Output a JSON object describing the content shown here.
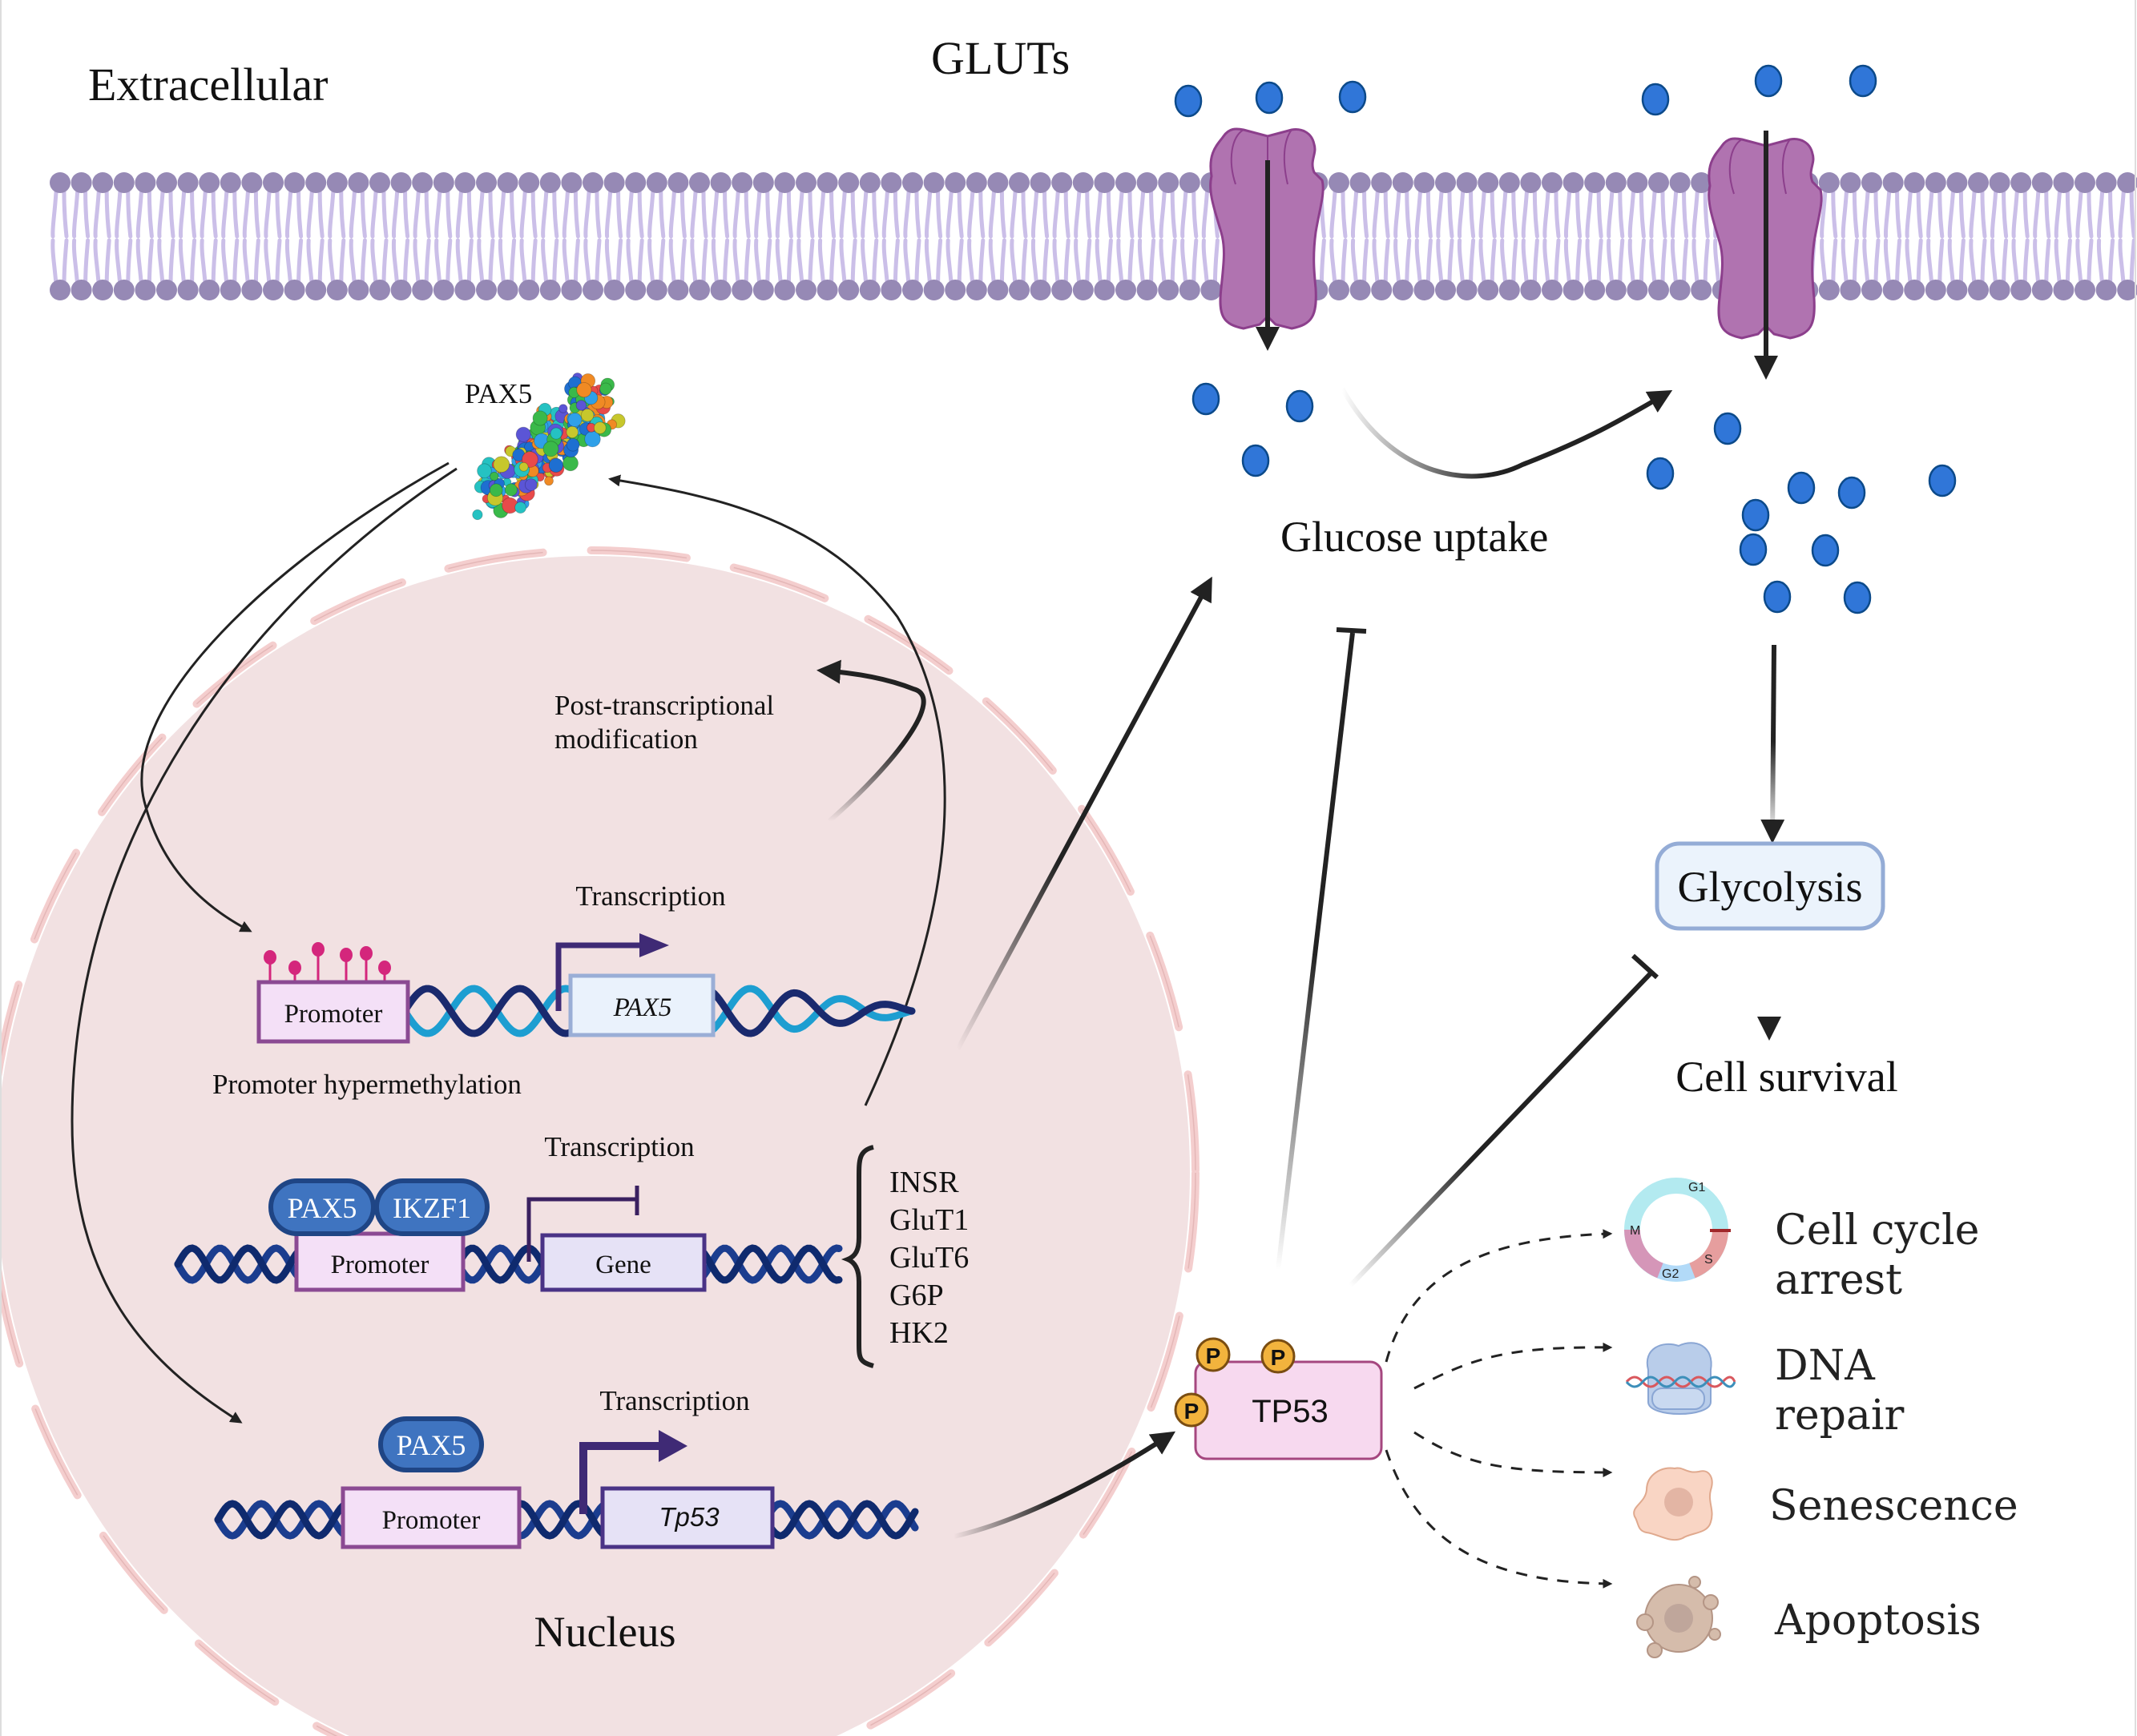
{
  "labels": {
    "extracellular": "Extracellular",
    "gluts": "GLUTs",
    "pax5_protein": "PAX5",
    "glucose_uptake": "Glucose uptake",
    "post_transcriptional_line1": "Post-transcriptional",
    "post_transcriptional_line2": "modification",
    "nucleus": "Nucleus",
    "glycolysis": "Glycolysis",
    "cell_survival": "Cell survival"
  },
  "gene_rows": [
    {
      "transcription_label": "Transcription",
      "promoter_label": "Promoter",
      "gene_label": "PAX5",
      "gene_italic": true,
      "methylation_caption": "Promoter hypermethylation",
      "arrow_type": "activate"
    },
    {
      "transcription_label": "Transcription",
      "promoter_label": "Promoter",
      "gene_label": "Gene",
      "gene_italic": false,
      "bound_factors": [
        "PAX5",
        "IKZF1"
      ],
      "arrow_type": "inhibit",
      "target_genes": [
        "INSR",
        "GluT1",
        "GluT6",
        "G6P",
        "HK2"
      ]
    },
    {
      "transcription_label": "Transcription",
      "promoter_label": "Promoter",
      "gene_label": "Tp53",
      "gene_italic": true,
      "bound_factors": [
        "PAX5"
      ],
      "arrow_type": "activate"
    }
  ],
  "tp53": {
    "label": "TP53",
    "phospho_label": "P",
    "phospho_count": 3
  },
  "outcomes": [
    {
      "lines": [
        "Cell cycle",
        "arrest"
      ],
      "icon": "cell-cycle-icon"
    },
    {
      "lines": [
        "DNA",
        "repair"
      ],
      "icon": "dna-repair-icon"
    },
    {
      "lines": [
        "Senescence"
      ],
      "icon": "senescent-cell-icon"
    },
    {
      "lines": [
        "Apoptosis"
      ],
      "icon": "apoptotic-cell-icon"
    }
  ],
  "cell_cycle_phases": [
    "G1",
    "S",
    "G2",
    "M"
  ],
  "colors": {
    "membrane_head": "#9689b5",
    "membrane_tail": "#cbbfe8",
    "glut": "#b073b0",
    "glut_stroke": "#8c3f8c",
    "glucose": "#3076d8",
    "glucose_stroke": "#0c4a8a",
    "nucleus_fill": "#f2e1e2",
    "nucleus_border": "#f3c9c9",
    "promoter_fill": "#f4e0f7",
    "promoter_stroke": "#8b4a93",
    "gene_fill": "#e6e2f6",
    "gene_stroke": "#4a3386",
    "pax5_gene_fill": "#eaf2fc",
    "pax5_gene_stroke": "#9aaed6",
    "factor_fill": "#3f74c0",
    "factor_stroke": "#1f4585",
    "tp53_fill": "#f7d9ef",
    "tp53_stroke": "#a5477f",
    "phospho_fill": "#f2b33d",
    "glycolysis_fill": "#ebf3fc",
    "glycolysis_stroke": "#94acd6",
    "arrow": "#222222"
  }
}
